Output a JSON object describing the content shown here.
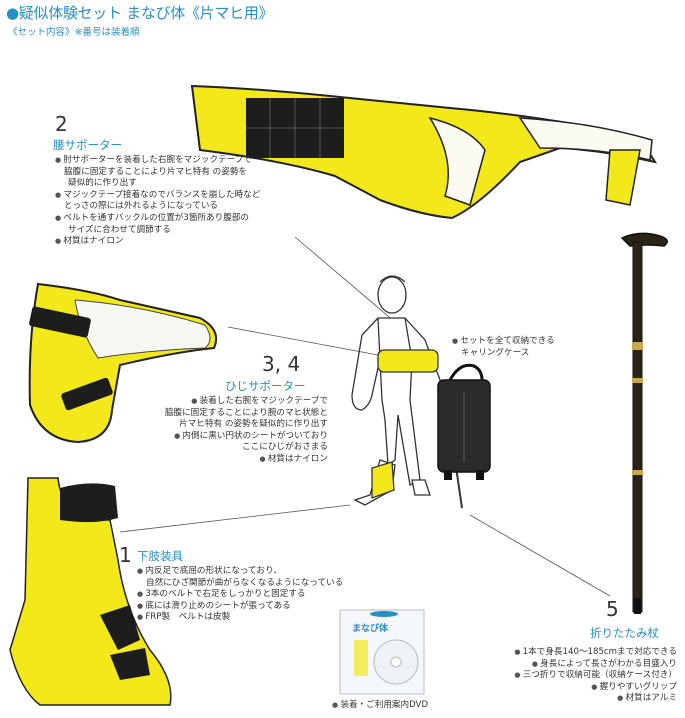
{
  "title": "疑似体験セット まなび体《片マヒ用》",
  "subtitle": "《セット内容》※番号は装着順",
  "sections": {
    "waist": {
      "number": "2",
      "heading": "腰サポーター",
      "bullets": [
        [
          "肘サポーターを装着した右腕をマジックテープで",
          "脇腹に固定することにより片マヒ特有 の姿勢を",
          "疑似的に作り出す"
        ],
        [
          "マジックテープ接着なのでバランスを崩した時など",
          "とっさの際には外れるようになっている"
        ],
        [
          "ベルトを通すバックルの位置が3箇所あり腹部の",
          "サイズに合わせて調節する"
        ],
        [
          "材質はナイロン"
        ]
      ]
    },
    "elbow": {
      "number": "3, 4",
      "heading": "ひじサポーター",
      "bullets": [
        [
          "装着した右腕をマジックテープで",
          "脇腹に固定することにより腕のマヒ状態と",
          "片マヒ特有 の姿勢を疑似的に作り出す"
        ],
        [
          "内側に黒い円状のシートがついており",
          "ここにひじがおさまる"
        ],
        [
          "材質はナイロン"
        ]
      ]
    },
    "leg": {
      "number": "1",
      "heading": "下肢装具",
      "bullets": [
        [
          "内反足で底屈の形状になっており、",
          "自然にひざ関節が曲がらなくなるようになっている"
        ],
        [
          "3本のベルトで右足をしっかりと固定する"
        ],
        [
          "底には滑り止めのシートが張ってある"
        ],
        [
          "FRP製　ベルトは皮製"
        ]
      ]
    },
    "cane": {
      "number": "5",
      "heading": "折りたたみ杖",
      "bullets": [
        [
          "1本で身長140〜185cmまで対応できる"
        ],
        [
          "身長によって長さがわかる目盛入り"
        ],
        [
          "三つ折りで収納可能（収納ケース付き）"
        ],
        [
          "握りやすいグリップ"
        ],
        [
          "材質はアルミ"
        ]
      ]
    },
    "bag": {
      "bullets": [
        [
          "セットを全て収納できる",
          "キャリングケース"
        ]
      ]
    },
    "dvd": {
      "label": "装着・ご利用案内DVD",
      "package_title": "まなび体"
    }
  },
  "colors": {
    "accent": "#2a8fc4",
    "yellow": "#f2e81a",
    "black": "#1d1d1d"
  }
}
